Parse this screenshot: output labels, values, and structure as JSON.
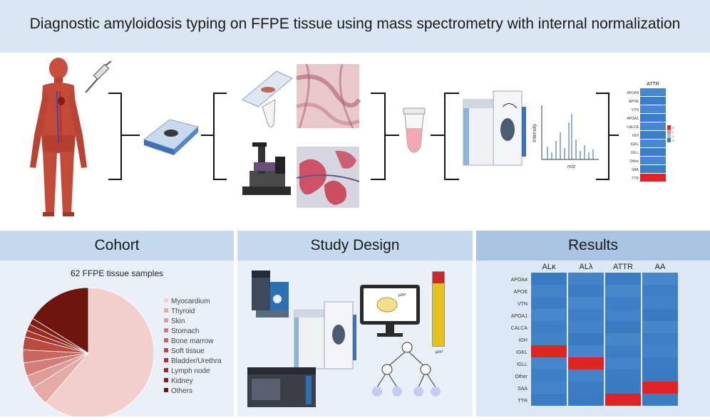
{
  "header": {
    "title": "Diagnostic amyloidosis typing on FFPE tissue using mass spectrometry with internal normalization"
  },
  "workflow": {
    "spectrum": {
      "ylabel": "Intensity",
      "xlabel": "m/z"
    },
    "mini_heatmap": {
      "column": "ATTR",
      "rows": [
        "APOA4",
        "APOE",
        "VTN",
        "APOA1",
        "CALCA",
        "IGH",
        "IGKL",
        "IGLL",
        "Other",
        "SAA",
        "TTR"
      ],
      "scale_ticks": [
        "3",
        "2",
        "1",
        "0"
      ],
      "high_row": "TTR"
    }
  },
  "panels": {
    "cohort": {
      "title": "Cohort",
      "subtitle": "62 FFPE tissue samples",
      "legend": [
        "Myocardium",
        "Thyroid",
        "Skin",
        "Stomach",
        "Bone marrow",
        "Soft tissue",
        "Bladder/Urethra",
        "Lymph node",
        "Kidney",
        "Others"
      ],
      "colors": [
        "#f2cfcc",
        "#e4aaa6",
        "#dd9c97",
        "#d27f79",
        "#c8675f",
        "#bb4a41",
        "#a8352c",
        "#962921",
        "#801d16",
        "#6e150f"
      ]
    },
    "design": {
      "title": "Study Design",
      "unit_label": "µm²"
    },
    "results": {
      "title": "Results",
      "columns": [
        "ALκ",
        "ALλ",
        "ATTR",
        "AA"
      ],
      "rows": [
        "APOA4",
        "APOE",
        "VTN",
        "APOA1",
        "CALCA",
        "IGH",
        "IGKL",
        "IGLL",
        "Other",
        "SAA",
        "TTR"
      ],
      "high_cells": {
        "ALκ": "IGKL",
        "ALλ": "IGLL",
        "ATTR": "TTR",
        "AA": "SAA"
      },
      "low_color": "#3a7cc4",
      "high_color": "#e02424"
    }
  },
  "chart_data": {
    "type": "pie",
    "title": "62 FFPE tissue samples",
    "categories": [
      "Myocardium",
      "Thyroid",
      "Skin",
      "Stomach",
      "Bone marrow",
      "Soft tissue",
      "Bladder/Urethra",
      "Lymph node",
      "Kidney",
      "Others"
    ],
    "values": [
      38,
      3,
      2,
      2,
      2,
      2,
      1,
      1,
      1,
      10
    ]
  }
}
